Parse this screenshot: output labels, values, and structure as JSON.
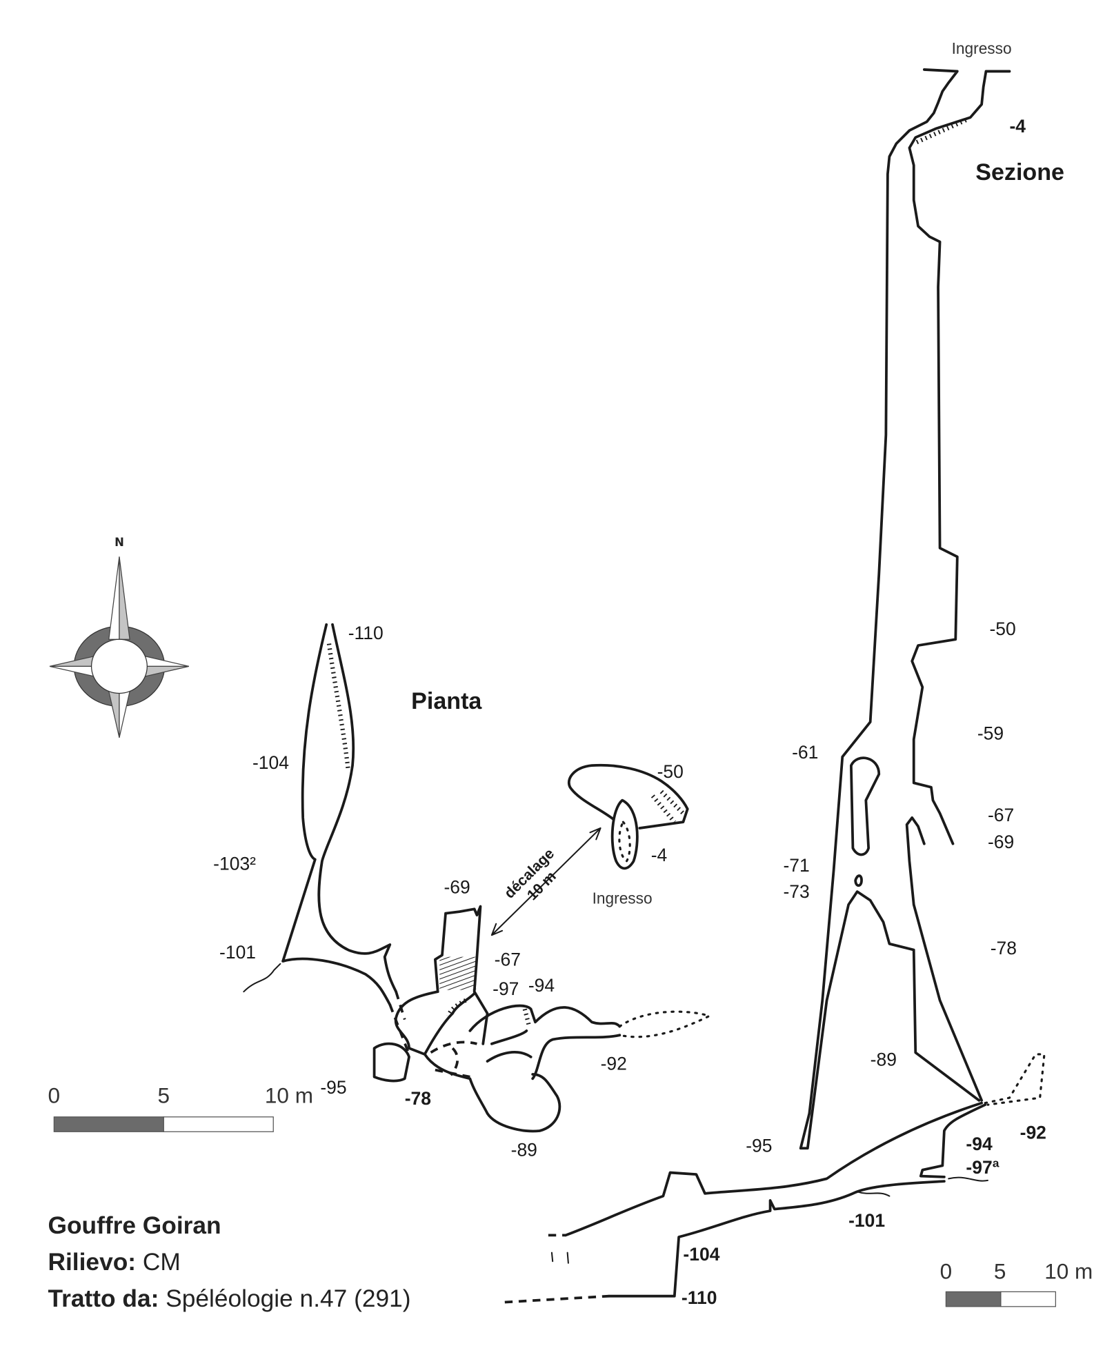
{
  "section": {
    "title": "Sezione",
    "entrance_label": "Ingresso",
    "depths": [
      "-4",
      "-50",
      "-59",
      "-61",
      "-67",
      "-69",
      "-71",
      "-73",
      "-78",
      "-89",
      "-95",
      "-94",
      "-97ª",
      "-92",
      "-101",
      "-104",
      "-110"
    ]
  },
  "plan": {
    "title": "Pianta",
    "entrance_label": "Ingresso",
    "offset_label": "décalage",
    "offset_value": "10 m",
    "depths": [
      "-110",
      "-104",
      "-103²",
      "-101",
      "-69",
      "-50",
      "-4",
      "-67",
      "-97",
      "-94",
      "-92",
      "-95",
      "-78",
      "-89"
    ]
  },
  "compass": {
    "north_label": "N"
  },
  "scale_bar_plan": {
    "labels": [
      "0",
      "5",
      "10 m"
    ]
  },
  "scale_bar_section": {
    "labels": [
      "0",
      "5",
      "10 m"
    ]
  },
  "credits": {
    "cave_name": "Gouffre Goiran",
    "survey_label": "Rilievo:",
    "survey_value": "CM",
    "source_label": "Tratto da:",
    "source_value": "Spéléologie n.47 (291)"
  },
  "colors": {
    "line": "#1a1a1a",
    "scale_dark": "#6b6b6b",
    "compass_dark": "#6e6e6e",
    "compass_light": "#c4c4c4"
  }
}
